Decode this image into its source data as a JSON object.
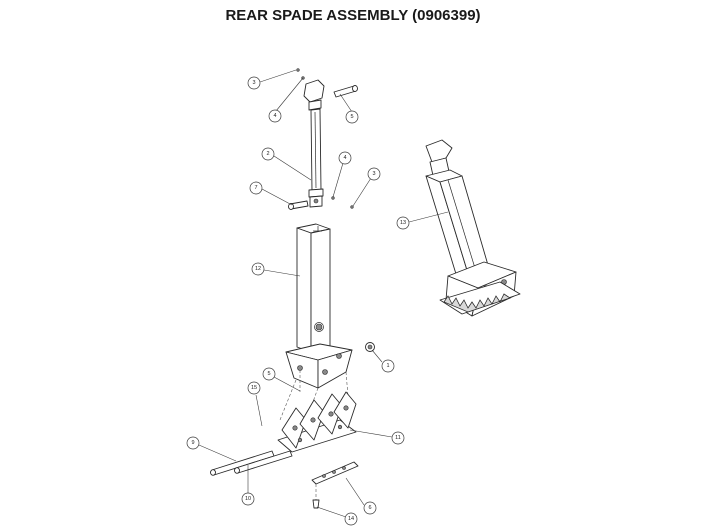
{
  "title": "REAR SPADE ASSEMBLY (0906399)",
  "callouts": {
    "c3a": "3",
    "c4a": "4",
    "c5a": "5",
    "c2": "2",
    "c4b": "4",
    "c3b": "3",
    "c7": "7",
    "c13": "13",
    "c12": "12",
    "c1": "1",
    "c5b": "5",
    "c15": "15",
    "c11": "11",
    "c9": "9",
    "c10": "10",
    "c6": "6",
    "c14": "14"
  }
}
